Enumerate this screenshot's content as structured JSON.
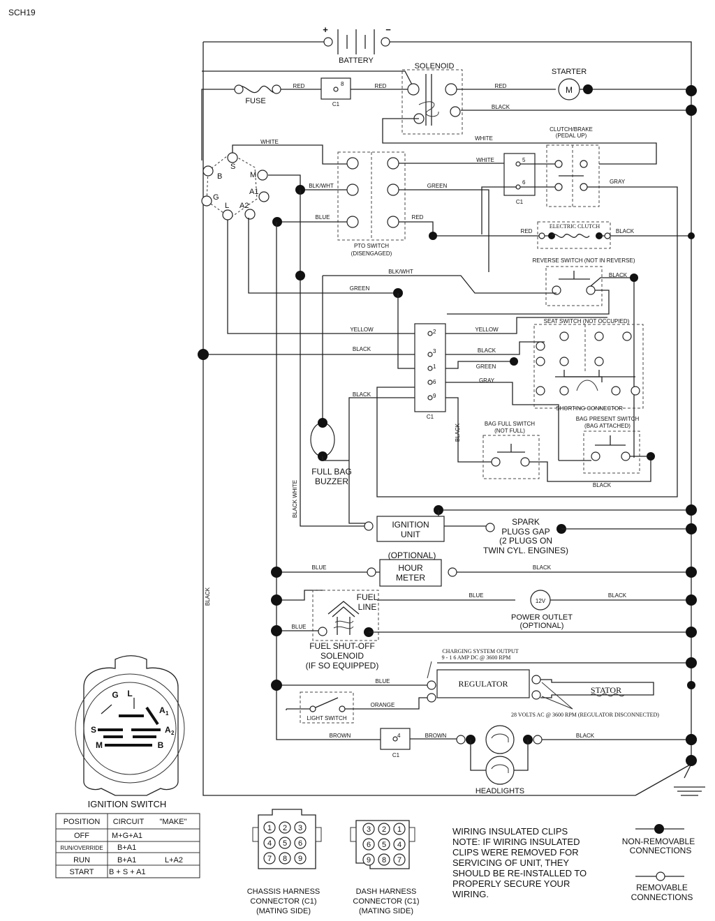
{
  "doc_id": "SCH19",
  "components": {
    "battery": "BATTERY",
    "battery_plus": "+",
    "battery_minus": "−",
    "solenoid": "SOLENOID",
    "starter": "STARTER",
    "starter_letter": "M",
    "fuse": "FUSE",
    "clutch_brake": "CLUTCH/BRAKE",
    "clutch_brake_sub": "(PEDAL UP)",
    "pto_switch": "PTO SWITCH",
    "pto_switch_sub": "(DISENGAGED)",
    "electric_clutch": "ELECTRIC CLUTCH",
    "reverse_switch": "REVERSE SWITCH (NOT IN REVERSE)",
    "seat_switch": "SEAT SWITCH (NOT OCCUPIED)",
    "shorting_connector": "SHORTING CONNECTOR",
    "bag_present_switch": "BAG PRESENT SWITCH",
    "bag_present_sub": "(BAG ATTACHED)",
    "bag_full_switch": "BAG FULL SWITCH",
    "bag_full_sub": "(NOT FULL)",
    "full_bag_buzzer_1": "FULL BAG",
    "full_bag_buzzer_2": "BUZZER",
    "ignition_unit_1": "IGNITION",
    "ignition_unit_2": "UNIT",
    "spark_1": "SPARK",
    "spark_2": "PLUGS GAP",
    "spark_3": "(2 PLUGS ON",
    "spark_4": "TWIN CYL. ENGINES)",
    "hour_meter_opt": "(OPTIONAL)",
    "hour_meter_1": "HOUR",
    "hour_meter_2": "METER",
    "fuel_line_1": "FUEL",
    "fuel_line_2": "LINE",
    "fuel_sol_1": "FUEL SHUT-OFF",
    "fuel_sol_2": "SOLENOID",
    "fuel_sol_3": "(IF SO EQUIPPED)",
    "power_outlet_label": "12V",
    "power_outlet_1": "POWER OUTLET",
    "power_outlet_2": "(OPTIONAL)",
    "charging_1": "CHARGING SYSTEM OUTPUT",
    "charging_2": "9 - 1 6 AMP DC @ 3600 RPM",
    "regulator": "REGULATOR",
    "stator": "STATOR",
    "stator_note": "28 VOLTS AC @ 3600 RPM (REGULATOR DISCONNECTED)",
    "light_switch": "LIGHT SWITCH",
    "headlights": "HEADLIGHTS",
    "ignition_switch_title": "IGNITION SWITCH"
  },
  "connector_label": "C1",
  "pins": {
    "p8": "8",
    "p5": "5",
    "p6": "6",
    "p2": "2",
    "p3": "3",
    "p1": "1",
    "p6b": "6",
    "p9": "9",
    "p4": "4"
  },
  "ignition_terminals": {
    "B": "B",
    "S": "S",
    "M": "M",
    "A1": "A1",
    "G": "G",
    "L": "L",
    "A2": "A2"
  },
  "wires": {
    "red": "RED",
    "black": "BLACK",
    "white": "WHITE",
    "gray": "GRAY",
    "green": "GREEN",
    "blue": "BLUE",
    "blk_wht": "BLK/WHT",
    "yellow": "YELLOW",
    "black_white": "BLACK WHITE",
    "orange": "ORANGE",
    "brown": "BROWN"
  },
  "ignition_table": {
    "headers": [
      "POSITION",
      "CIRCUIT",
      "\"MAKE\""
    ],
    "rows": [
      {
        "position": "OFF",
        "circuit": "M+G+A1",
        "make": ""
      },
      {
        "position": "RUN/OVERRIDE",
        "circuit": "B+A1",
        "make": ""
      },
      {
        "position": "RUN",
        "circuit": "B+A1",
        "make": "L+A2"
      },
      {
        "position": "START",
        "circuit": "B + S + A1",
        "make": ""
      }
    ]
  },
  "switch_face": {
    "G": "G",
    "L": "L",
    "A1": "A",
    "A1_sub": "1",
    "A2": "A",
    "A2_sub": "2",
    "S": "S",
    "M": "M",
    "B": "B"
  },
  "chassis_connector": {
    "pins": [
      "1",
      "2",
      "3",
      "4",
      "5",
      "6",
      "7",
      "8",
      "9"
    ],
    "label_1": "CHASSIS HARNESS",
    "label_2": "CONNECTOR (C1)",
    "label_3": "(MATING SIDE)"
  },
  "dash_connector": {
    "pins": [
      "3",
      "2",
      "1",
      "6",
      "5",
      "4",
      "9",
      "8",
      "7"
    ],
    "label_1": "DASH HARNESS",
    "label_2": "CONNECTOR (C1)",
    "label_3": "(MATING SIDE)"
  },
  "note_lines": [
    "WIRING INSULATED CLIPS",
    "NOTE: IF WIRING INSULATED",
    "CLIPS WERE REMOVED FOR",
    "SERVICING OF UNIT, THEY",
    "SHOULD BE RE-INSTALLED TO",
    "PROPERLY SECURE YOUR",
    "WIRING."
  ],
  "legend": {
    "non_removable_1": "NON-REMOVABLE",
    "non_removable_2": "CONNECTIONS",
    "removable_1": "REMOVABLE",
    "removable_2": "CONNECTIONS"
  }
}
